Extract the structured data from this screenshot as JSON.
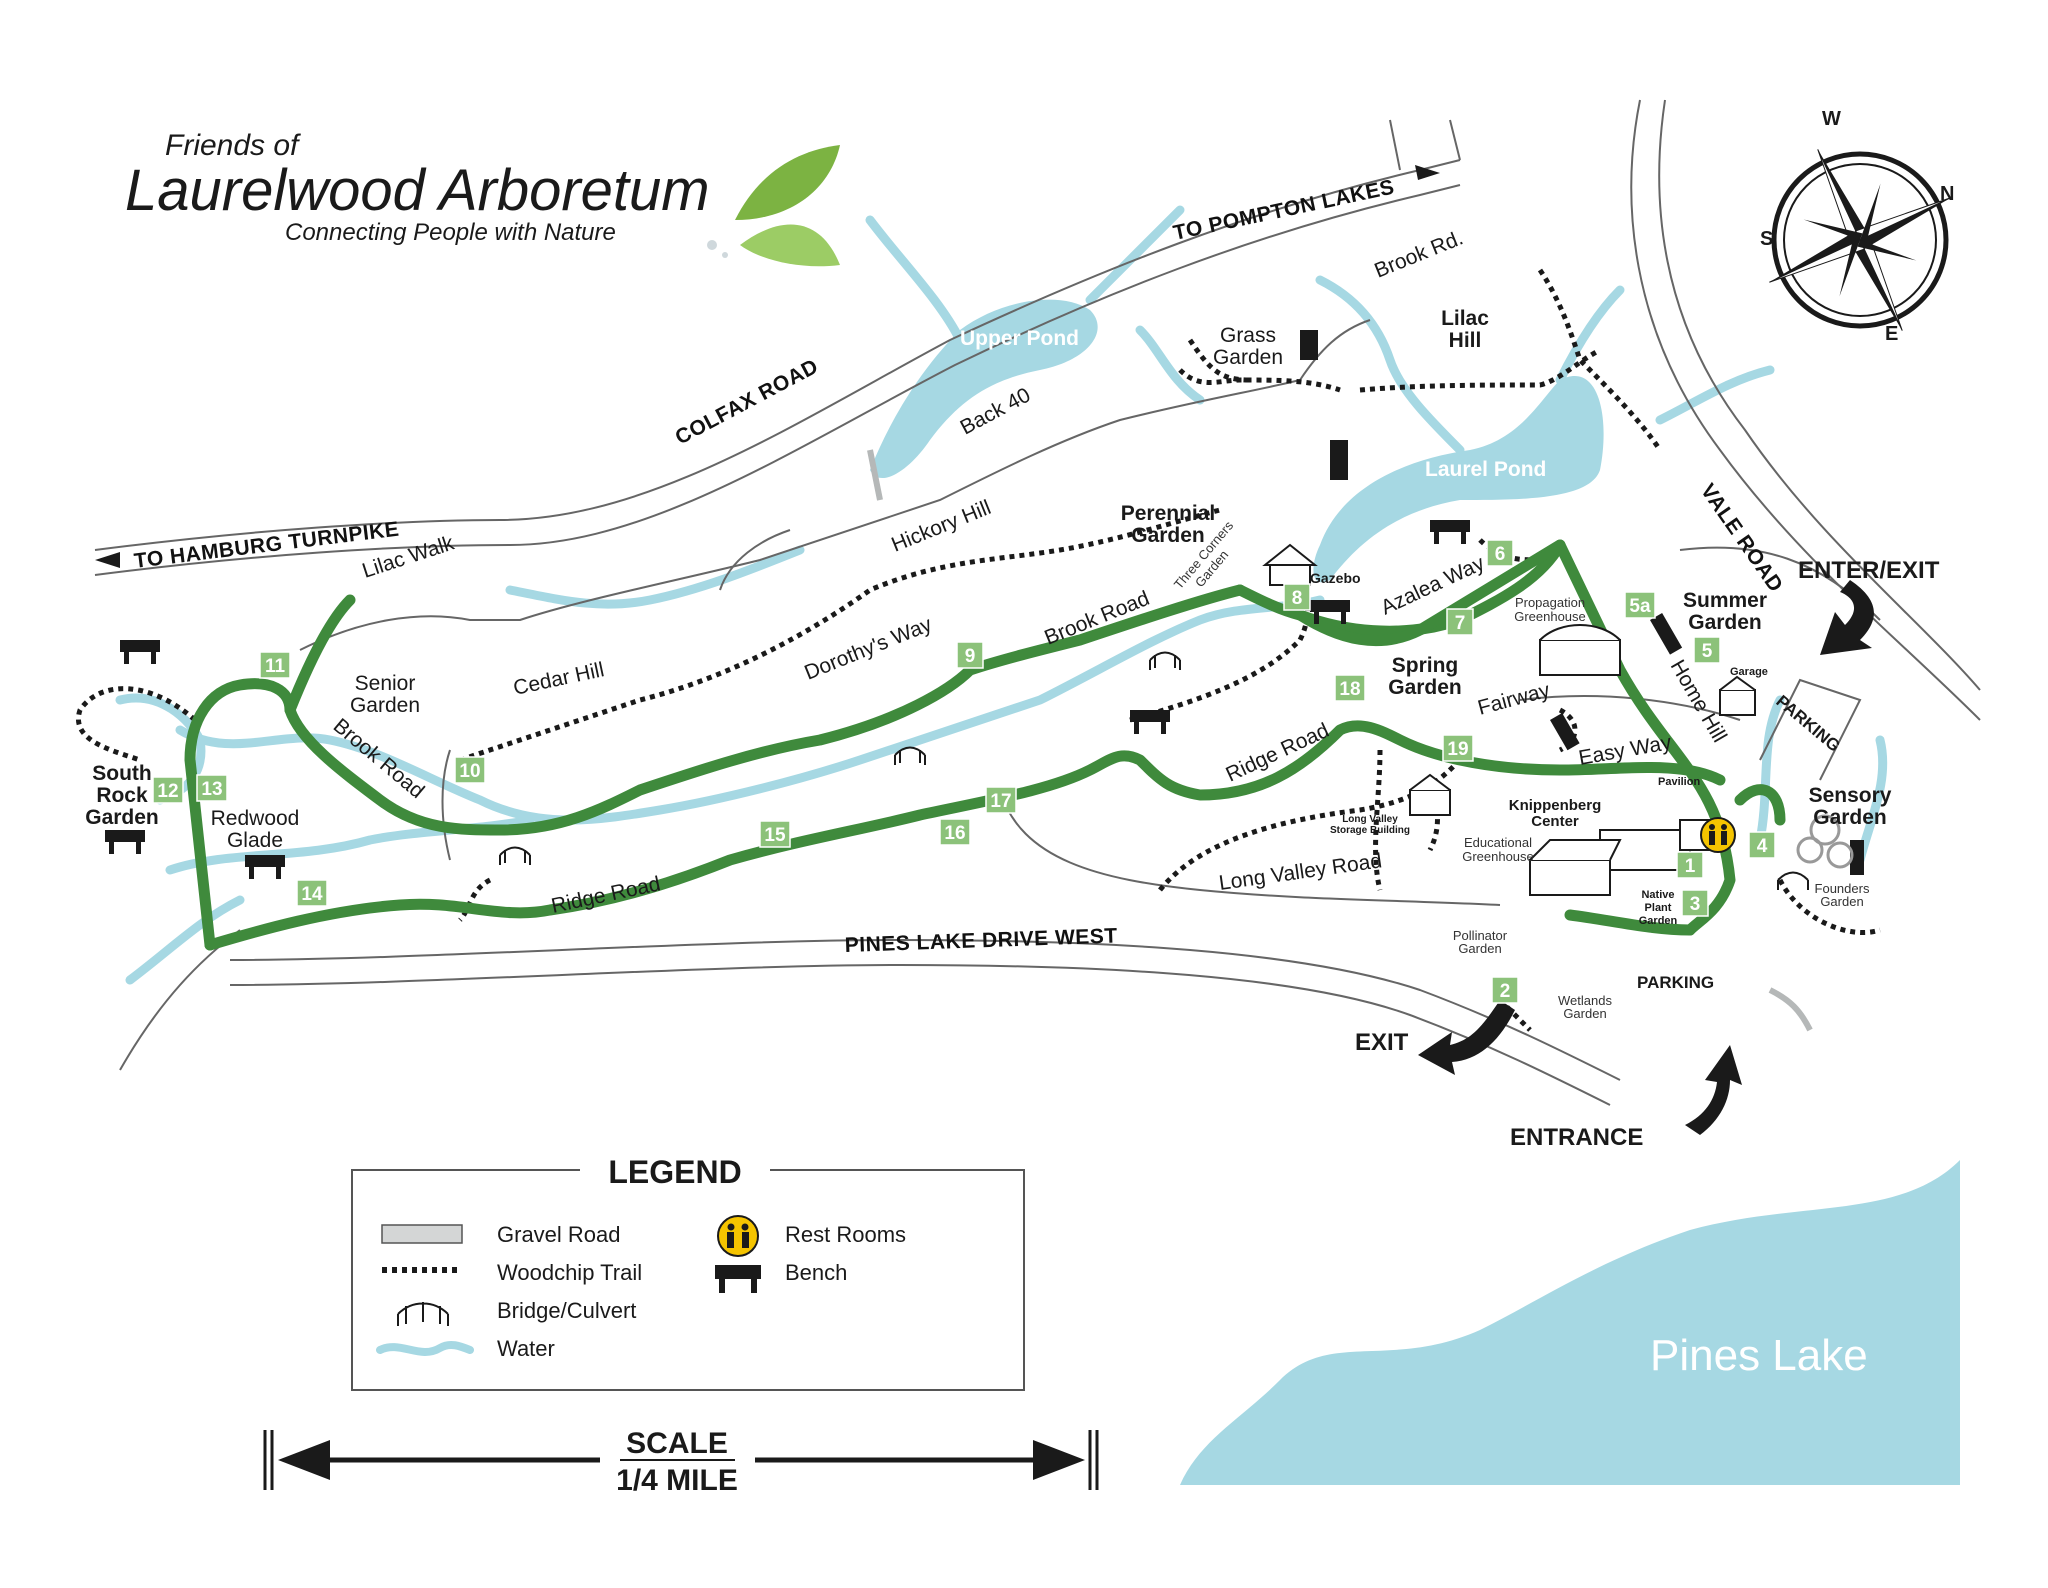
{
  "logo": {
    "friends": "Friends of",
    "name": "Laurelwood Arboretum",
    "tagline": "Connecting People with Nature"
  },
  "roads": {
    "colfax": "COLFAX ROAD",
    "pompton": "TO POMPTON LAKES",
    "hamburg": "TO HAMBURG TURNPIKE",
    "vale": "VALE ROAD",
    "pines_drive": "PINES LAKE DRIVE WEST",
    "brook_rd": "Brook Rd."
  },
  "trails": {
    "back40": "Back 40",
    "hickory_hill": "Hickory Hill",
    "lilac_walk": "Lilac Walk",
    "cedar_hill": "Cedar Hill",
    "dorothys_way": "Dorothy's Way",
    "brook_road_1": "Brook Road",
    "brook_road_2": "Brook Road",
    "azalea_way": "Azalea Way",
    "ridge_road_1": "Ridge Road",
    "ridge_road_2": "Ridge Road",
    "fairway": "Fairway",
    "easy_way": "Easy Way",
    "home_hill": "Home Hill",
    "long_valley_road": "Long Valley Road"
  },
  "water": {
    "upper_pond": "Upper Pond",
    "laurel_pond": "Laurel Pond",
    "pines_lake": "Pines Lake"
  },
  "places": {
    "grass_garden_1": "Grass",
    "grass_garden_2": "Garden",
    "lilac_hill_1": "Lilac",
    "lilac_hill_2": "Hill",
    "perennial_1": "Perennial",
    "perennial_2": "Garden",
    "three_corners_1": "Three Corners",
    "three_corners_2": "Garden",
    "gazebo": "Gazebo",
    "senior_1": "Senior",
    "senior_2": "Garden",
    "south_rock_1": "South",
    "south_rock_2": "Rock",
    "south_rock_3": "Garden",
    "redwood_1": "Redwood",
    "redwood_2": "Glade",
    "spring_1": "Spring",
    "spring_2": "Garden",
    "propagation_1": "Propagation",
    "propagation_2": "Greenhouse",
    "summer_1": "Summer",
    "summer_2": "Garden",
    "garage": "Garage",
    "parking_1": "PARKING",
    "parking_2": "PARKING",
    "pavilion": "Pavilion",
    "knippenberg_1": "Knippenberg",
    "knippenberg_2": "Center",
    "long_valley_1": "Long Valley",
    "long_valley_2": "Storage Building",
    "edu_1": "Educational",
    "edu_2": "Greenhouse",
    "native_1": "Native",
    "native_2": "Plant",
    "native_3": "Garden",
    "pollinator_1": "Pollinator",
    "pollinator_2": "Garden",
    "wetlands_1": "Wetlands",
    "wetlands_2": "Garden",
    "sensory_1": "Sensory",
    "sensory_2": "Garden",
    "founders_1": "Founders",
    "founders_2": "Garden",
    "enter_exit": "ENTER/EXIT",
    "exit": "EXIT",
    "entrance": "ENTRANCE"
  },
  "stops": [
    "1",
    "2",
    "3",
    "4",
    "5",
    "5a",
    "6",
    "7",
    "8",
    "9",
    "10",
    "11",
    "12",
    "13",
    "14",
    "15",
    "16",
    "17",
    "18",
    "19"
  ],
  "compass": {
    "w": "W",
    "n": "N",
    "s": "S",
    "e": "E"
  },
  "legend": {
    "title": "LEGEND",
    "gravel": "Gravel Road",
    "woodchip": "Woodchip Trail",
    "bridge": "Bridge/Culvert",
    "water": "Water",
    "restrooms": "Rest Rooms",
    "bench": "Bench"
  },
  "scale": {
    "title": "SCALE",
    "value": "1/4 MILE"
  },
  "colors": {
    "trail_green": "#3f8a3c",
    "water": "#a6d8e3",
    "stop_box": "#8cc27a",
    "road_outline": "#555555"
  }
}
